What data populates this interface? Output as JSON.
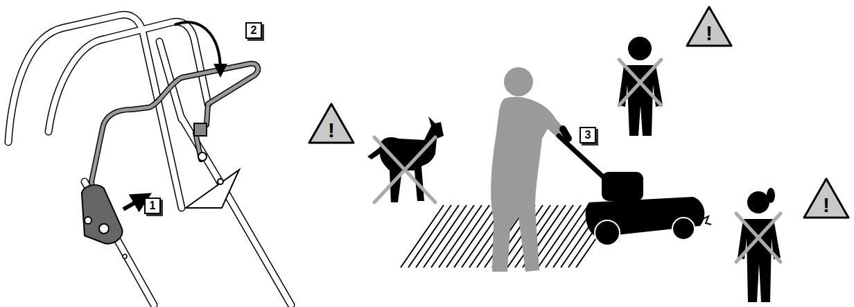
{
  "diagram": {
    "labels": [
      "2",
      "1",
      "!",
      "3",
      "!",
      "!"
    ]
  }
}
